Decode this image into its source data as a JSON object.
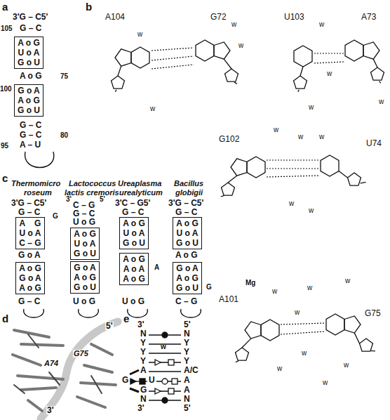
{
  "diagram": {
    "nodes": [
      {
        "text": [
          "A o G",
          "U o A",
          "G o U"
        ]
      },
      {
        "text": [
          "G o A",
          "A o G",
          "G o U"
        ]
      },
      {
        "text": [
          "A    G",
          "U o A",
          "C – G"
        ]
      },
      {
        "text": [
          "A o G",
          "G o A",
          "A o G"
        ]
      },
      {
        "text": [
          "A o G",
          "U o A",
          "G o U"
        ]
      },
      {
        "text": [
          "G o A",
          "A o G",
          "G o U"
        ]
      },
      {
        "text": [
          "A o G",
          "U o A",
          "G o U"
        ]
      },
      {
        "text": [
          "A o G",
          "A o A",
          "A o G"
        ]
      },
      {
        "text": [
          "A o G",
          "U o A",
          "G o U"
        ]
      },
      {
        "text": [
          "G o A",
          "A o G",
          "G o U"
        ]
      }
    ],
    "labels": [
      "a",
      "3'G – C5'",
      "105",
      "G – C",
      "A o G",
      "75",
      "100",
      "G – C",
      "G – C",
      "80",
      "95",
      "A – U",
      "b",
      "A104",
      "G72",
      "U103",
      "A73",
      "G102",
      "U74",
      "A101",
      "G75",
      "Mg",
      "w",
      "w",
      "w",
      "w",
      "w",
      "w",
      "w",
      "w",
      "w",
      "w",
      "w",
      "w",
      "w",
      "w",
      "w",
      "w",
      "w",
      "w",
      "w",
      "w",
      "w",
      "c",
      "Thermomicro",
      "roseum",
      "Lactococcus",
      "lactis cremoris",
      "Ureaplasma",
      "urealyticum",
      "Bacillus",
      "globigii",
      "3'G – C5'",
      "G – C",
      "G",
      "G o A",
      "G – C",
      "3'",
      "5'",
      "C – G",
      "G – C",
      "U o G",
      "U o G",
      "3'C – G5'",
      "G – C",
      "A",
      "U o G",
      "3'G – C5'",
      "G – C",
      "A o G",
      "G",
      "C – G",
      "d",
      "5'",
      "A74",
      "G75",
      "3'",
      "e",
      "3'",
      "5'",
      "N",
      "N",
      "Y",
      "Y",
      "Y",
      "w",
      "Y",
      "Y",
      "Y",
      "A",
      "A/C",
      "G",
      "U",
      "A",
      "G",
      "A",
      "N",
      "N",
      "3'",
      "5'"
    ]
  }
}
